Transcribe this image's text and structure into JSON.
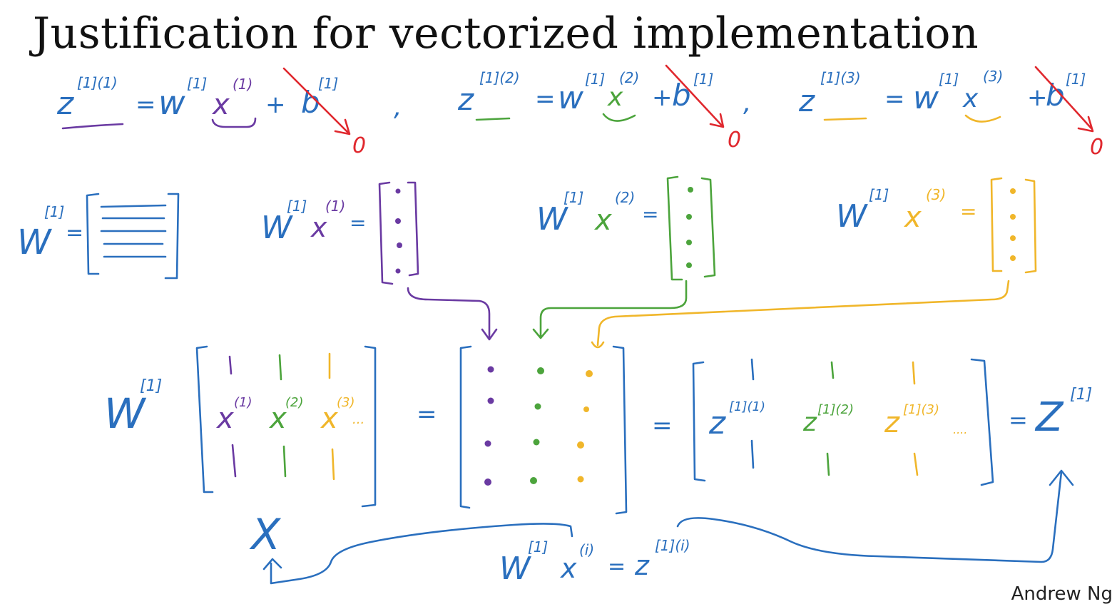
{
  "slide": {
    "title": "Justification for vectorized implementation",
    "author": "Andrew Ng"
  },
  "colors": {
    "blue": "#2a6fbe",
    "red": "#e0282e",
    "purple": "#6a3aa2",
    "green": "#4ca43c",
    "yellow": "#f0b62a",
    "title": "#111111"
  },
  "equations": {
    "row1": [
      {
        "z": "z",
        "z_sup": "[1](1)",
        "eq": "=",
        "w": "w",
        "w_sup": "[1]",
        "x": "x",
        "x_sup": "(1)",
        "plus": "+",
        "b": "b",
        "b_sup": "[1]",
        "zero": "0"
      },
      {
        "z": "z",
        "z_sup": "[1](2)",
        "eq": "=",
        "w": "w",
        "w_sup": "[1]",
        "x": "x",
        "x_sup": "(2)",
        "plus": "+",
        "b": "b",
        "b_sup": "[1]",
        "zero": "0"
      },
      {
        "z": "z",
        "z_sup": "[1](3)",
        "eq": "=",
        "w": "w",
        "w_sup": "[1]",
        "x": "x",
        "x_sup": "(3)",
        "plus": "+",
        "b": "b",
        "b_sup": "[1]",
        "zero": "0"
      }
    ],
    "comma": ",",
    "row2": {
      "W": "W",
      "W_sup": "[1]",
      "eq": "=",
      "products": [
        {
          "w": "W",
          "w_sup": "[1]",
          "x": "x",
          "x_sup": "(1)",
          "eq": "="
        },
        {
          "w": "W",
          "w_sup": "[1]",
          "x": "x",
          "x_sup": "(2)",
          "eq": "="
        },
        {
          "w": "W",
          "w_sup": "[1]",
          "x": "x",
          "x_sup": "(3)",
          "eq": "="
        }
      ]
    },
    "row3": {
      "W": "W",
      "W_sup": "[1]",
      "x_cols": [
        {
          "label": "x",
          "sup": "(1)"
        },
        {
          "label": "x",
          "sup": "(2)"
        },
        {
          "label": "x",
          "sup": "(3)"
        }
      ],
      "ellipsis": "...",
      "eq1": "=",
      "eq2": "=",
      "z_cols": [
        {
          "label": "z",
          "sup": "[1](1)"
        },
        {
          "label": "z",
          "sup": "[1](2)"
        },
        {
          "label": "z",
          "sup": "[1](3)"
        }
      ],
      "z_ellipsis": "....",
      "eq3": "=",
      "Z": "Z",
      "Z_sup": "[1]",
      "X_label": "X"
    },
    "bottom": {
      "w": "W",
      "w_sup": "[1]",
      "x": "x",
      "x_sup": "(i)",
      "eq": "=",
      "z": "z",
      "z_sup": "[1](i)"
    }
  }
}
